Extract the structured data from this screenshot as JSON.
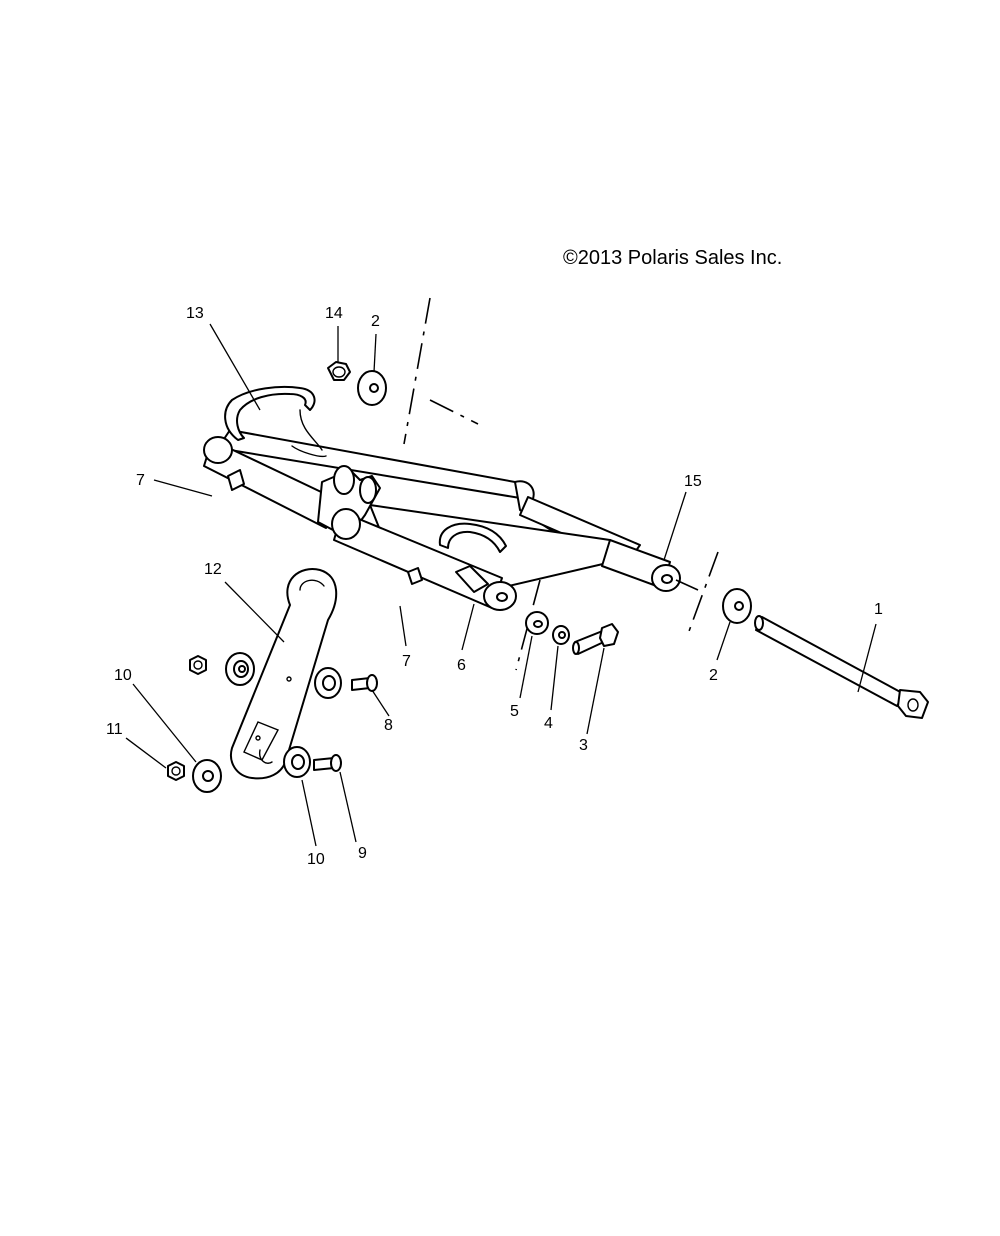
{
  "copyright": "©2013 Polaris Sales Inc.",
  "callouts": {
    "c1": "1",
    "c2a": "2",
    "c2b": "2",
    "c3": "3",
    "c4": "4",
    "c5": "5",
    "c6": "6",
    "c7a": "7",
    "c7b": "7",
    "c8": "8",
    "c9": "9",
    "c10a": "10",
    "c10b": "10",
    "c11": "11",
    "c12": "12",
    "c13": "13",
    "c14": "14",
    "c15": "15"
  }
}
